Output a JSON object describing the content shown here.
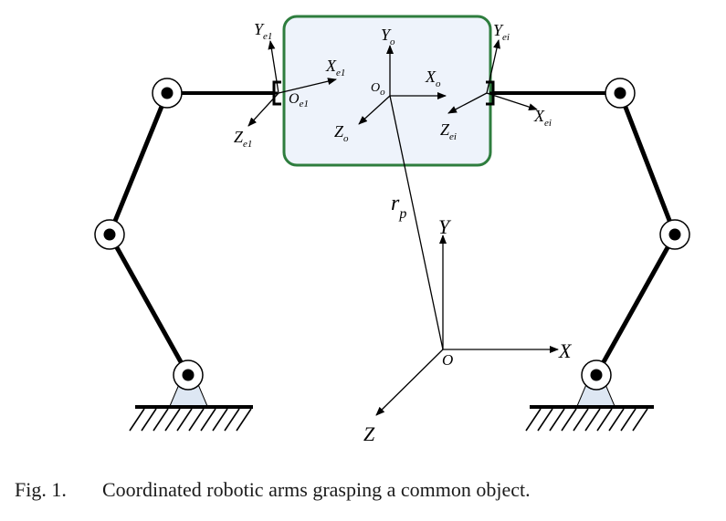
{
  "colors": {
    "object_border": "#2e7d3e",
    "object_fill": "#eef3fb",
    "base_fill": "#dde7f3",
    "ink": "#000000"
  },
  "labels": {
    "world": {
      "x": "X",
      "y": "Y",
      "z": "Z",
      "origin": "O"
    },
    "object": {
      "x": "X",
      "y": "Y",
      "z": "Z",
      "origin": "O",
      "sub": "o"
    },
    "effector_left": {
      "x": "X",
      "y": "Y",
      "z": "Z",
      "origin": "O",
      "sub": "e1"
    },
    "effector_right": {
      "x": "X",
      "y": "Y",
      "z": "Z",
      "sub": "ei"
    },
    "position_vector": {
      "main": "r",
      "sub": "p"
    }
  },
  "caption": {
    "number": "Fig. 1.",
    "text": "Coordinated robotic arms grasping a common object."
  }
}
